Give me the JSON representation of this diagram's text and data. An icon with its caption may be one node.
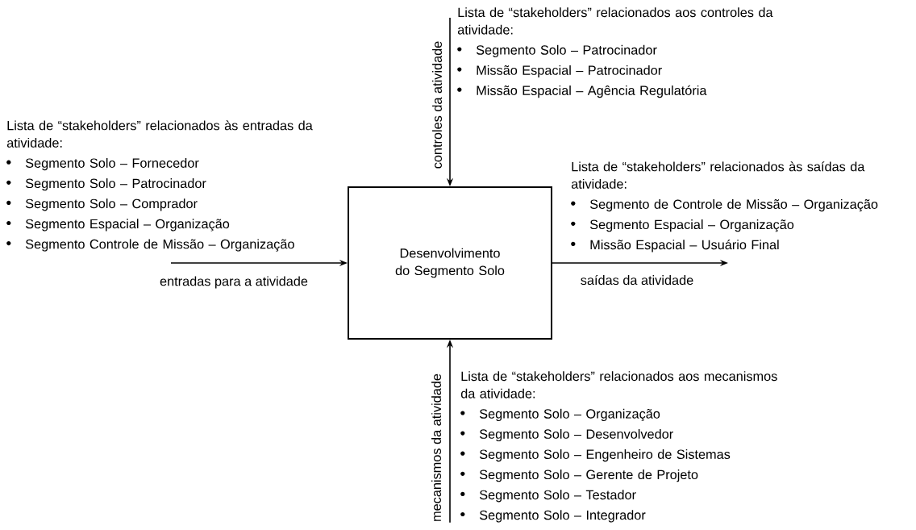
{
  "diagram": {
    "nodes": [
      {
        "text": [
          "Lista de “stakeholders” relacionados aos controles da atividade:",
          "Segmento Solo – Patrocinador",
          "Missão Espacial – Patrocinador",
          "Missão Espacial – Agência Regulatória"
        ]
      },
      {
        "text": [
          "Lista de “stakeholders” relacionados às entradas da atividade:",
          "Segmento Solo – Fornecedor",
          "Segmento Solo – Patrocinador",
          "Segmento Solo – Comprador",
          "Segmento Espacial – Organização",
          "Segmento Controle de Missão – Organização"
        ]
      },
      {
        "text": [
          "Desenvolvimento do Segmento Solo"
        ]
      },
      {
        "text": [
          "Lista de “stakeholders” relacionados às saídas da atividade:",
          "Segmento de Controle de Missão – Organização",
          "Segmento Espacial – Organização",
          "Missão Espacial – Usuário Final"
        ]
      },
      {
        "text": [
          "Lista de “stakeholders” relacionados aos mecanismos da atividade:",
          "Segmento Solo – Organização",
          "Segmento Solo – Desenvolvedor",
          "Segmento Solo – Engenheiro de Sistemas",
          "Segmento Solo – Gerente de Projeto",
          "Segmento Solo – Testador",
          "Segmento Solo – Integrador"
        ]
      }
    ],
    "edges": [
      {
        "from": 1,
        "to": 2,
        "arrow": "to",
        "label": "entradas para a atividade"
      },
      {
        "from": 0,
        "to": 2,
        "arrow": "to",
        "label": "controles da atividade"
      },
      {
        "from": 2,
        "to": 3,
        "arrow": "to",
        "label": "saídas da atividade"
      },
      {
        "from": 4,
        "to": 2,
        "arrow": "to",
        "label": "mecanismos da atividade"
      }
    ]
  }
}
